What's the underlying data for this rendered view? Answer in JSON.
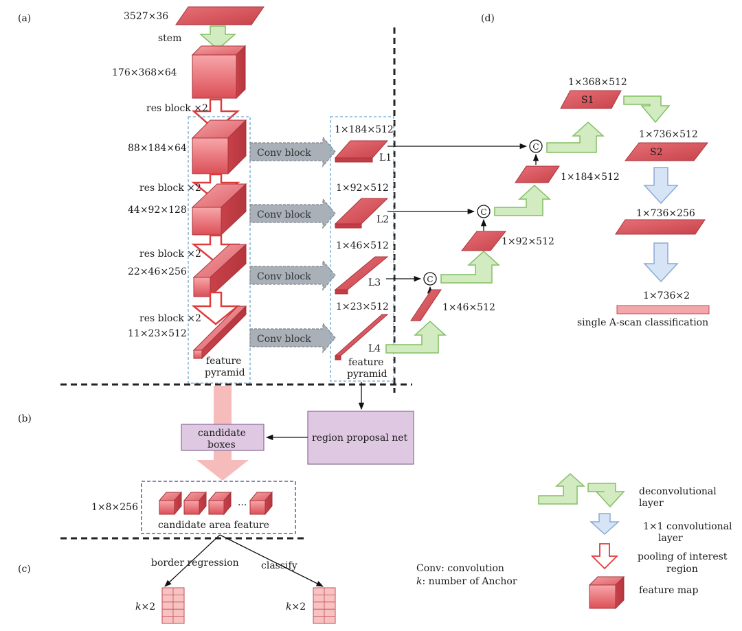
{
  "panels": {
    "a": "(a)",
    "b": "(b)",
    "c": "(c)",
    "d": "(d)"
  },
  "backbone": {
    "input": "3527×36",
    "stem": "stem",
    "stem_out": "176×368×64",
    "res_labels": [
      "res block ×2",
      "res block ×2",
      "res block ×2",
      "res block ×2"
    ],
    "dims": [
      "88×184×64",
      "44×92×128",
      "22×46×256",
      "11×23×512"
    ],
    "pyramid_label_1": "feature",
    "pyramid_label_2": "pyramid"
  },
  "fpn": {
    "conv_block": "Conv block",
    "dims": [
      "1×184×512",
      "1×92×512",
      "1×46×512",
      "1×23×512"
    ],
    "levels": [
      "L1",
      "L2",
      "L3",
      "L4"
    ],
    "pyramid_label_1": "feature",
    "pyramid_label_2": "pyramid"
  },
  "decoder": {
    "concat": "C",
    "up_dims": [
      "1×184×512",
      "1×92×512",
      "1×46×512"
    ],
    "s1_dim": "1×368×512",
    "s1": "S1",
    "s2_dim": "1×736×512",
    "s2": "S2",
    "conv_dim": "1×736×256",
    "out_dim": "1×736×2",
    "out_label": "single A-scan classification"
  },
  "rpn": {
    "candidate_1": "candidate",
    "candidate_2": "boxes",
    "region_proposal": "region proposal net",
    "feature_dim": "1×8×256",
    "ellipsis": "...",
    "feature_label": "candidate area feature"
  },
  "head": {
    "border_regression": "border regression",
    "classify": "classify",
    "k": "k",
    "times2": "×2"
  },
  "notes": {
    "conv_abbr": "Conv",
    "conv_def": ": convolution",
    "k_abbr": "k",
    "k_def": ": number of Anchor"
  },
  "legend": {
    "deconv_1": "deconvolutional",
    "deconv_2": "layer",
    "conv1x1_1": "1×1 convolutional",
    "conv1x1_2": "layer",
    "pool_1": "pooling of interest",
    "pool_2": "region",
    "fmap": "feature map"
  },
  "colors": {
    "feature_face": "#e0595f",
    "feature_light": "#f5a0a3",
    "feature_edge": "#a8323a",
    "green_fill": "#d2ebc1",
    "green_edge": "#82bf63",
    "blue_fill": "#d6e4f6",
    "blue_edge": "#8aa9d6",
    "pink_fill": "#f6bcbc",
    "purple_fill": "#dfc8e2",
    "purple_edge": "#8b6a96",
    "gray_arrow": "#aab0b8"
  }
}
